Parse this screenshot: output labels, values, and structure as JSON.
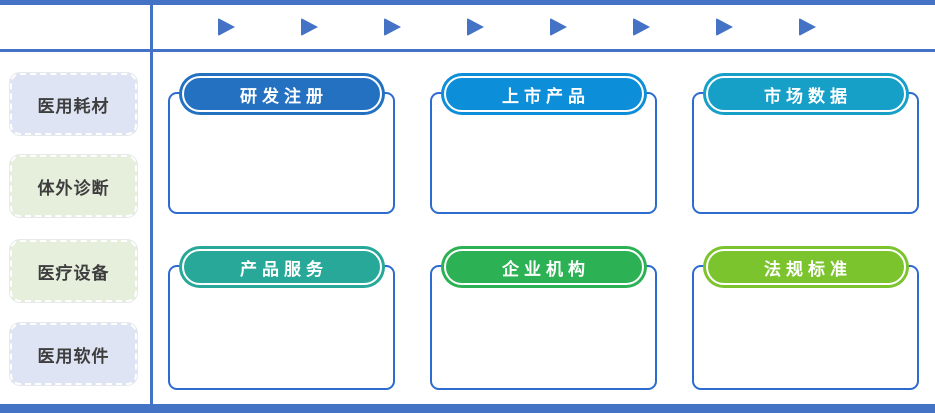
{
  "colors": {
    "line": "#4472c4",
    "arrow": "#4472c4",
    "box_border": "#2e6bd0",
    "sidebar_text": "#3e3e3e",
    "pill_text": "#ffffff"
  },
  "top_strip": {
    "arrows": [
      {
        "icon": "play-arrow"
      },
      {
        "icon": "play-arrow"
      },
      {
        "icon": "play-arrow"
      },
      {
        "icon": "play-arrow"
      },
      {
        "icon": "play-arrow"
      },
      {
        "icon": "play-arrow"
      },
      {
        "icon": "play-arrow"
      },
      {
        "icon": "play-arrow"
      }
    ]
  },
  "sidebar": {
    "items": [
      {
        "label": "医用耗材",
        "fill": "#dee4f3"
      },
      {
        "label": "体外诊断",
        "fill": "#e5efdc"
      },
      {
        "label": "医疗设备",
        "fill": "#e5efdc"
      },
      {
        "label": "医用软件",
        "fill": "#dee4f3"
      }
    ]
  },
  "cards": [
    {
      "label": "研发注册",
      "color": "#2471c2"
    },
    {
      "label": "上市产品",
      "color": "#0d8ed8"
    },
    {
      "label": "市场数据",
      "color": "#16a0c8"
    },
    {
      "label": "产品服务",
      "color": "#27a898"
    },
    {
      "label": "企业机构",
      "color": "#2cb254"
    },
    {
      "label": "法规标准",
      "color": "#7cc42d"
    }
  ]
}
